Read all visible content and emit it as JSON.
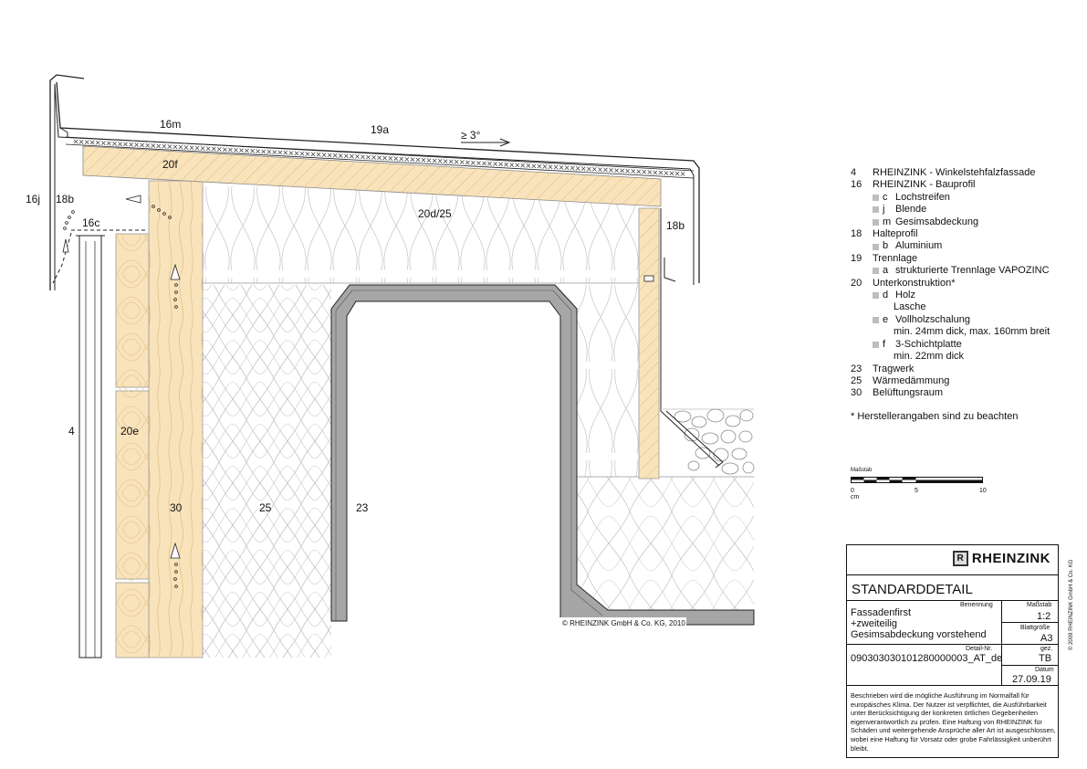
{
  "drawing": {
    "labels": {
      "l16m": "16m",
      "l19a": "19a",
      "slope": "≥ 3°",
      "l20f": "20f",
      "l16j": "16j",
      "l18b_left": "18b",
      "l16c": "16c",
      "l20d25": "20d/25",
      "l18b_right": "18b",
      "l4": "4",
      "l20e": "20e",
      "l30": "30",
      "l25": "25",
      "l23": "23"
    },
    "copyright": "© RHEINZINK GmbH & Co. KG, 2010",
    "colors": {
      "wood": "#f9e3bb",
      "wood_dark": "#e4c08a",
      "steel": "#a6a6a6",
      "outline": "#222222"
    }
  },
  "legend": {
    "items": [
      {
        "num": "4",
        "text": "RHEINZINK - Winkelstehfalzfassade"
      },
      {
        "num": "16",
        "text": "RHEINZINK - Bauprofil"
      },
      {
        "sub": "c",
        "text": "Lochstreifen"
      },
      {
        "sub": "j",
        "text": "Blende"
      },
      {
        "sub": "m",
        "text": "Gesimsabdeckung"
      },
      {
        "num": "18",
        "text": "Halteprofil"
      },
      {
        "sub": "b",
        "text": "Aluminium"
      },
      {
        "num": "19",
        "text": "Trennlage"
      },
      {
        "sub": "a",
        "text": "strukturierte Trennlage VAPOZINC"
      },
      {
        "num": "20",
        "text": "Unterkonstruktion*"
      },
      {
        "sub": "d",
        "text": "Holz"
      },
      {
        "cont": "Lasche"
      },
      {
        "sub": "e",
        "text": "Vollholzschalung"
      },
      {
        "cont": "min. 24mm dick, max. 160mm breit"
      },
      {
        "sub": "f",
        "text": "3-Schichtplatte"
      },
      {
        "cont": "min. 22mm dick"
      },
      {
        "num": "23",
        "text": "Tragwerk"
      },
      {
        "num": "25",
        "text": "Wärmedämmung"
      },
      {
        "num": "30",
        "text": "Belüftungsraum"
      }
    ],
    "note": "* Herstellerangaben sind zu beachten"
  },
  "scale": {
    "title": "Maßstab",
    "l0": "0 cm",
    "l5": "5",
    "l10": "10"
  },
  "titleblock": {
    "brand": "RHEINZINK",
    "heading": "STANDARDDETAIL",
    "benennung_label": "Benennung",
    "benennung": [
      "Fassadenfirst",
      "+zweiteilig",
      "Gesimsabdeckung vorstehend"
    ],
    "massstab_label": "Maßstab",
    "massstab": "1:2",
    "blatt_label": "Blattgröße",
    "blatt": "A3",
    "detail_label": "Detail-Nr.",
    "detail": "090303030101280000003_AT_de",
    "gez_label": "gez.",
    "gez": "TB",
    "datum_label": "Datum",
    "datum": "27.09.19",
    "description": "Beschrieben wird die mögliche Ausführung im Normalfall für europäisches Klima. Der Nutzer ist verpflichtet, die Ausführbarkeit unter Berücksichtigung der konkreten örtlichen Gegebenheiten eigenverantwortlich zu prüfen. Eine Haftung von RHEINZINK für Schäden und weitergehende Ansprüche aller Art ist ausgeschlossen, wobei eine Haftung für Vorsatz oder grobe Fahrlässigkeit unberührt bleibt.",
    "side_copyright": "© 2009 RHEINZINK GmbH & Co. KG"
  }
}
